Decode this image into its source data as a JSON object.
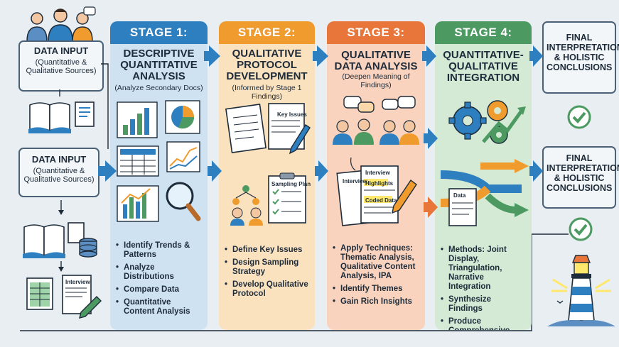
{
  "inputs": {
    "top": {
      "title": "DATA INPUT",
      "sub": "(Quantitative & Qualitative Sources)"
    },
    "mid": {
      "title": "DATA INPUT",
      "sub": "(Quantitative & Qualitative Sources)"
    },
    "interview_doc": "Interview"
  },
  "stages": [
    {
      "head": "STAGE 1:",
      "title": "DESCRIPTIVE QUANTITATIVE ANALYSIS",
      "sub": "(Analyze Secondary Docs)",
      "bullets": [
        "Identify Trends & Patterns",
        "Analyze Distributions",
        "Compare Data",
        "Quantitative Content Analysis"
      ],
      "color": "#2e7fbf"
    },
    {
      "head": "STAGE 2:",
      "title": "QUALITATIVE PROTOCOL DEVELOPMENT",
      "sub": "(Informed by Stage 1 Findings)",
      "bullets": [
        "Define Key Issues",
        "Design Sampling Strategy",
        "Develop Qualitative Protocol"
      ],
      "doc_labels": {
        "key_issues": "Key Issues",
        "sampling_plan": "Sampling Plan"
      },
      "color": "#ef9b2d"
    },
    {
      "head": "STAGE 3:",
      "title": "QUALITATIVE DATA ANALYSIS",
      "sub": "(Deepen Meaning of Findings)",
      "bullets": [
        "Apply Techniques: Thematic Analysis, Qualitative Content Analysis, IPA",
        "Identify Themes",
        "Gain Rich Insights"
      ],
      "doc_labels": {
        "interview": "Interview",
        "interview_back": "Interview",
        "highlights": "Highlights",
        "coded": "Coded Data"
      },
      "color": "#e8763b"
    },
    {
      "head": "STAGE 4:",
      "title": "QUANTITATIVE-QUALITATIVE INTEGRATION",
      "sub": "",
      "bullets": [
        "Methods: Joint Display, Triangulation, Narrative Integration",
        "Synthesize Findings",
        "Produce Comprehensive Interpretation"
      ],
      "doc_labels": {
        "data": "Data"
      },
      "color": "#4c9a61"
    }
  ],
  "finals": [
    {
      "title": "FINAL INTERPRETATION & HOLISTIC CONCLUSIONS"
    },
    {
      "title": "FINAL INTERPRETATION & HOLISTIC CONCLUSIONS"
    }
  ],
  "colors": {
    "blue": "#2e7fbf",
    "orange": "#ef9b2d",
    "coral": "#e8763b",
    "green": "#4c9a61",
    "navy": "#1d2b3a"
  }
}
